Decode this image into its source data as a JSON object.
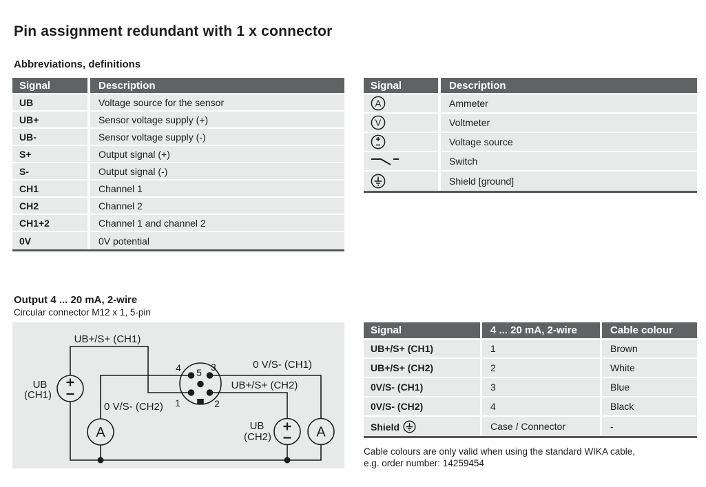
{
  "page": {
    "title": "Pin assignment redundant with 1 x connector",
    "section1_heading": "Abbreviations, definitions",
    "section2_heading": "Output 4 ... 20 mA, 2-wire",
    "section2_subheading": "Circular connector M12 x 1, 5-pin"
  },
  "colors": {
    "header_bg": "#606364",
    "row_bg": "#e8e9e9",
    "rule": "#55585a",
    "diagram_bg": "#e8e9e9",
    "line": "#1d1d1b"
  },
  "abbrev_table": {
    "headers": {
      "signal": "Signal",
      "description": "Description"
    },
    "rows": [
      {
        "signal": "UB",
        "description": "Voltage source for the sensor"
      },
      {
        "signal": "UB+",
        "description": "Sensor voltage supply (+)"
      },
      {
        "signal": "UB-",
        "description": "Sensor voltage supply (-)"
      },
      {
        "signal": "S+",
        "description": "Output signal (+)"
      },
      {
        "signal": "S-",
        "description": "Output signal (-)"
      },
      {
        "signal": "CH1",
        "description": "Channel 1"
      },
      {
        "signal": "CH2",
        "description": "Channel 2"
      },
      {
        "signal": "CH1+2",
        "description": "Channel 1 and channel 2"
      },
      {
        "signal": "0V",
        "description": "0V potential"
      }
    ]
  },
  "symbols_table": {
    "headers": {
      "signal": "Signal",
      "description": "Description"
    },
    "rows": [
      {
        "icon": "ammeter-circle-icon",
        "letter": "A",
        "description": "Ammeter"
      },
      {
        "icon": "voltmeter-circle-icon",
        "letter": "V",
        "description": "Voltmeter"
      },
      {
        "icon": "voltage-source-icon",
        "description": "Voltage source"
      },
      {
        "icon": "switch-icon",
        "description": "Switch"
      },
      {
        "icon": "shield-ground-icon",
        "description": "Shield [ground]"
      }
    ]
  },
  "pin_table": {
    "headers": {
      "signal": "Signal",
      "output": "4 ... 20 mA, 2-wire",
      "cable": "Cable colour"
    },
    "rows": [
      {
        "signal": "UB+/S+ (CH1)",
        "output": "1",
        "cable": "Brown"
      },
      {
        "signal": "UB+/S+ (CH2)",
        "output": "2",
        "cable": "White"
      },
      {
        "signal": "0V/S- (CH1)",
        "output": "3",
        "cable": "Blue"
      },
      {
        "signal": "0V/S- (CH2)",
        "output": "4",
        "cable": "Black"
      },
      {
        "signal": "Shield",
        "signal_icon": "shield-ground-icon",
        "output": "Case / Connector",
        "cable": "-"
      }
    ],
    "footnote_line1": "Cable colours are only valid when using the standard WIKA cable,",
    "footnote_line2": "e.g. order number: 14259454"
  },
  "diagram": {
    "labels": {
      "wire_ub_s_ch1": "UB+/S+ (CH1)",
      "src1_name": "UB",
      "src1_ch": "(CH1)",
      "wire_0v_ch2": "0 V/S- (CH2)",
      "wire_0v_ch1": "0 V/S- (CH1)",
      "wire_ub_s_ch2": "UB+/S+ (CH2)",
      "src2_name": "UB",
      "src2_ch": "(CH2)",
      "pin1": "1",
      "pin2": "2",
      "pin3": "3",
      "pin4": "4",
      "pin5": "5",
      "ammeter": "A"
    }
  }
}
